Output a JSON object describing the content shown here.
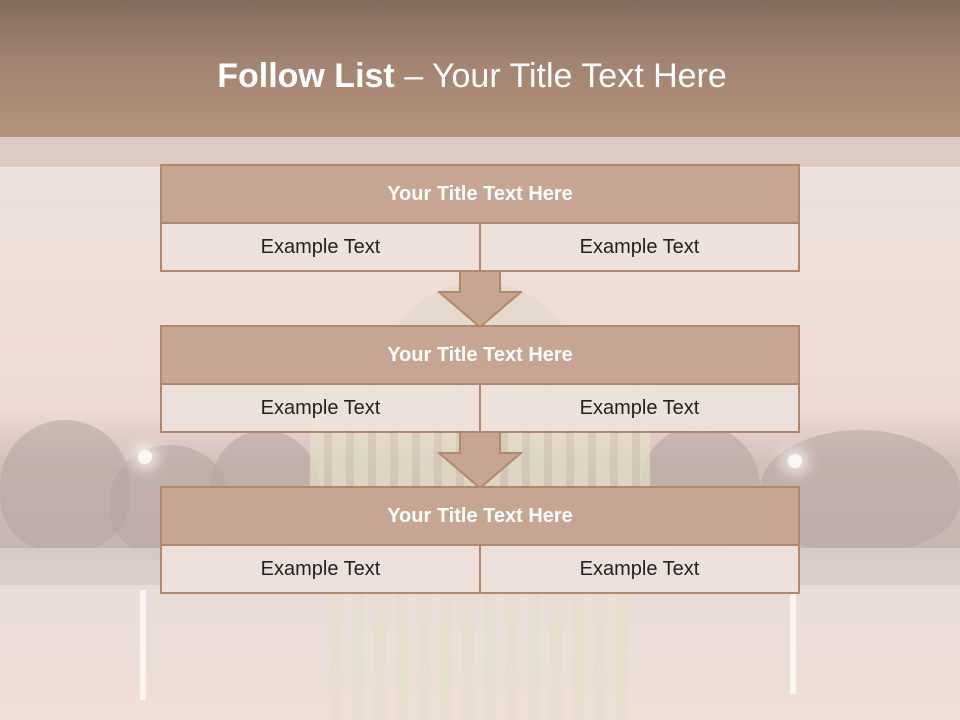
{
  "slide": {
    "title_bold": "Follow List",
    "title_rest": " – Your Title Text Here"
  },
  "colors": {
    "header": "#a28472",
    "box_title_bg": "#c6a693",
    "box_border": "#b1886e",
    "box_body_bg": "#ece0db"
  },
  "steps": [
    {
      "title": "Your Title Text Here",
      "left": "Example Text",
      "right": "Example Text"
    },
    {
      "title": "Your Title Text Here",
      "left": "Example Text",
      "right": "Example Text"
    },
    {
      "title": "Your Title Text Here",
      "left": "Example Text",
      "right": "Example Text"
    }
  ],
  "icons": {
    "connector": "down-arrow-icon"
  }
}
